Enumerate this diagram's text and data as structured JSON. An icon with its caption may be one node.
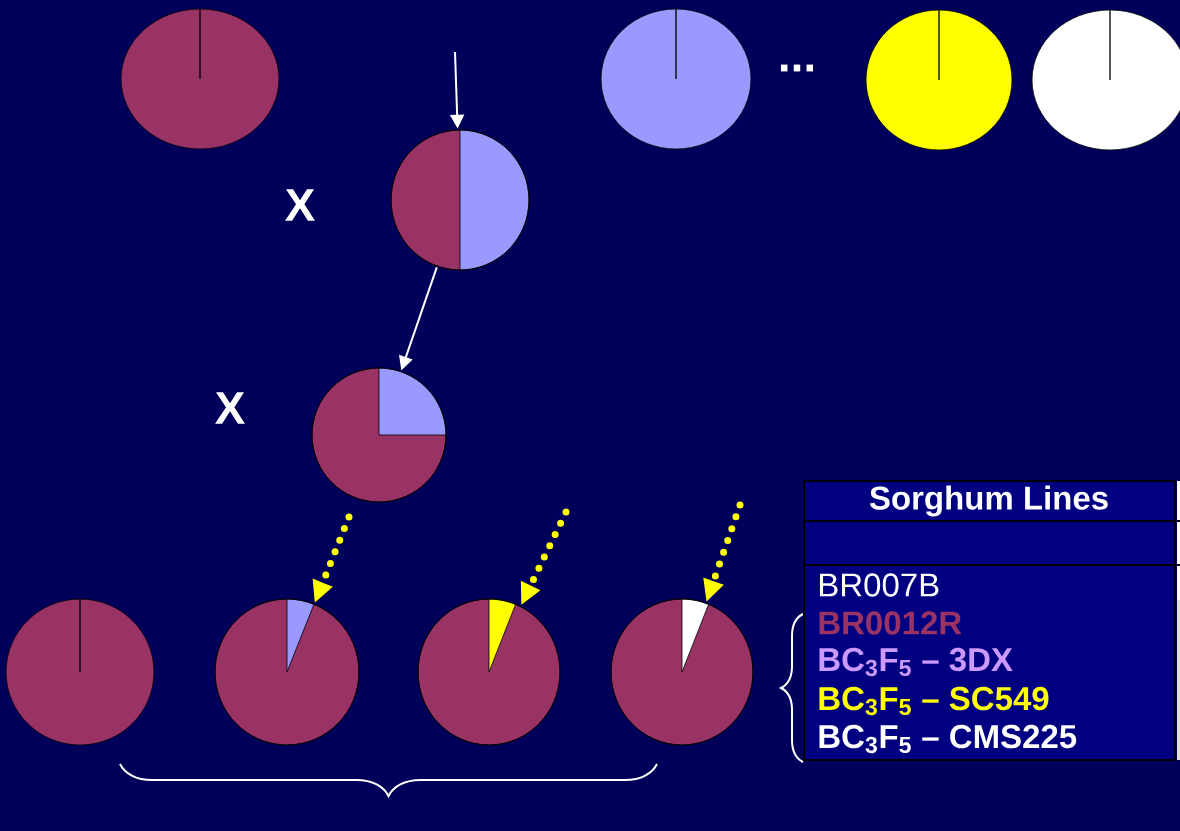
{
  "diagram": {
    "nodes": [
      {
        "text": [],
        "shape": "circle"
      },
      {
        "text": [],
        "shape": "circle"
      },
      {
        "text": [],
        "shape": "circle"
      },
      {
        "text": [],
        "shape": "circle"
      },
      {
        "text": [],
        "shape": "circle"
      },
      {
        "text": [],
        "shape": "circle"
      },
      {
        "text": [],
        "shape": "circle"
      },
      {
        "text": [],
        "shape": "circle"
      },
      {
        "text": [],
        "shape": "circle"
      },
      {
        "text": [],
        "shape": "circle"
      }
    ],
    "edges": [
      {
        "from": null,
        "to": 4,
        "arrow": "to",
        "color": "#ffffff"
      },
      {
        "from": 4,
        "to": 5,
        "arrow": "to",
        "color": "#ffffff"
      },
      {
        "from": null,
        "to": 7,
        "arrow": "to",
        "style": "dashed",
        "color": "#ffff00"
      },
      {
        "from": null,
        "to": 8,
        "arrow": "to",
        "style": "dashed",
        "color": "#ffff00"
      },
      {
        "from": null,
        "to": 9,
        "arrow": "to",
        "style": "dashed",
        "color": "#ffff00"
      }
    ],
    "labels": [
      "...",
      "X",
      "X",
      "Sorghum Lines",
      "BR007B",
      "BR0012R",
      "BC$_{3}$F$_{5}$ – 3DX",
      "BC$_{3}$F$_{5}$ – SC549",
      "BC$_{3}$F$_{5}$ – CMS225"
    ]
  }
}
